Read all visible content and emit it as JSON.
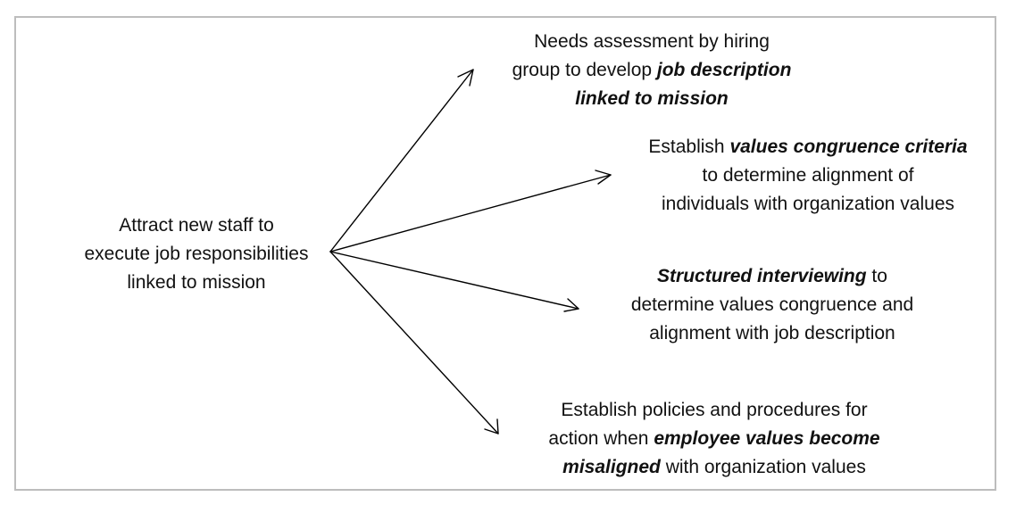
{
  "source": {
    "lines": [
      "Attract new staff to",
      "execute job responsibilities",
      "linked to mission"
    ]
  },
  "targets": [
    {
      "lines": [
        [
          {
            "text": "Needs assessment by hiring",
            "emph": false
          }
        ],
        [
          {
            "text": "group to develop ",
            "emph": false
          },
          {
            "text": "job description",
            "emph": true
          }
        ],
        [
          {
            "text": "linked to mission",
            "emph": true
          }
        ]
      ]
    },
    {
      "lines": [
        [
          {
            "text": "Establish ",
            "emph": false
          },
          {
            "text": "values congruence criteria",
            "emph": true
          }
        ],
        [
          {
            "text": "to determine alignment of",
            "emph": false
          }
        ],
        [
          {
            "text": "individuals with organization values",
            "emph": false
          }
        ]
      ]
    },
    {
      "lines": [
        [
          {
            "text": "Structured interviewing",
            "emph": true
          },
          {
            "text": " to",
            "emph": false
          }
        ],
        [
          {
            "text": "determine values congruence and",
            "emph": false
          }
        ],
        [
          {
            "text": "alignment with job description",
            "emph": false
          }
        ]
      ]
    },
    {
      "lines": [
        [
          {
            "text": "Establish policies and procedures for",
            "emph": false
          }
        ],
        [
          {
            "text": "action when ",
            "emph": false
          },
          {
            "text": "employee values become",
            "emph": true
          }
        ],
        [
          {
            "text": "misaligned",
            "emph": true
          },
          {
            "text": " with organization values",
            "emph": false
          }
        ]
      ]
    }
  ],
  "style": {
    "line_color": "#000000",
    "border_color": "#bdbdbd"
  }
}
